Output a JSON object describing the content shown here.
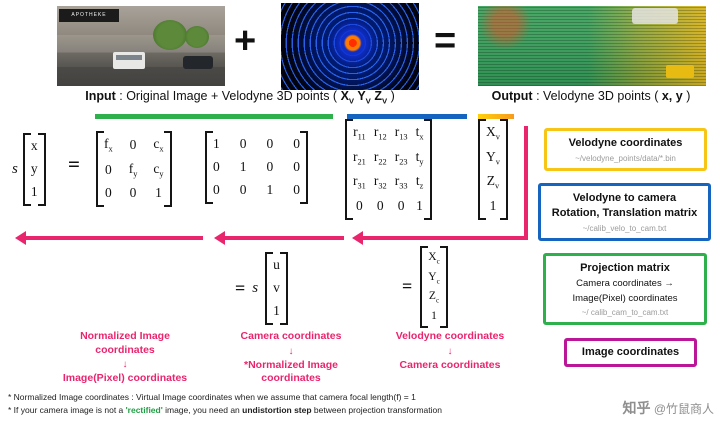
{
  "colors": {
    "pink": "#e9256e",
    "green": "#2eb14d",
    "blue": "#1565c0",
    "yellow": "#f7c516",
    "magenta": "#bb1698"
  },
  "top": {
    "plus": "+",
    "equals": "=",
    "shop_sign": "APOTHEKE",
    "input_caption": {
      "label": "Input",
      "text": " : Original Image + Velodyne 3D points ( ",
      "vars": "X_V Y_V Z_V",
      "close": " )"
    },
    "output_caption": {
      "label": "Output",
      "text": " : Velodyne 3D points ( ",
      "vars": "x, y",
      "close": " )"
    }
  },
  "equation": {
    "scale": "s",
    "equals": "=",
    "pixel_vector": [
      "x",
      "y",
      "1"
    ],
    "intrinsic_matrix": [
      [
        "f_x",
        "0",
        "c_x"
      ],
      [
        "0",
        "f_y",
        "c_y"
      ],
      [
        "0",
        "0",
        "1"
      ]
    ],
    "identity_matrix": [
      [
        "1",
        "0",
        "0",
        "0"
      ],
      [
        "0",
        "1",
        "0",
        "0"
      ],
      [
        "0",
        "0",
        "1",
        "0"
      ]
    ],
    "extrinsic_matrix": [
      [
        "r_11",
        "r_12",
        "r_13",
        "t_x"
      ],
      [
        "r_21",
        "r_22",
        "r_23",
        "t_y"
      ],
      [
        "r_31",
        "r_32",
        "r_33",
        "t_z"
      ],
      [
        "0",
        "0",
        "0",
        "1"
      ]
    ],
    "velodyne_vector": [
      "X_v",
      "Y_v",
      "Z_v",
      "1"
    ],
    "normalized_vector": [
      "u",
      "v",
      "1"
    ],
    "camera_vector": [
      "X_c",
      "Y_c",
      "Z_c",
      "1"
    ]
  },
  "transform_labels": {
    "arrow": "↓",
    "col1_top": "Normalized Image\ncoordinates",
    "col1_bottom": "Image(Pixel) coordinates",
    "col2_top": "Camera coordinates",
    "col2_bottom": "*Normalized Image\ncoordinates",
    "col3_top": "Velodyne coordinates",
    "col3_bottom": "Camera coordinates"
  },
  "side_boxes": {
    "velodyne": {
      "title": "Velodyne coordinates",
      "path": "~/velodyne_points/data/*.bin"
    },
    "velo_to_cam": {
      "title": "Velodyne to camera\nRotation, Translation matrix",
      "path": "~/calib_velo_to_cam.txt"
    },
    "projection": {
      "title": "Projection matrix",
      "line1": "Camera coordinates →",
      "line2": "Image(Pixel) coordinates",
      "path": "~/ calib_cam_to_cam.txt"
    },
    "image_coordinates": {
      "title": "Image coordinates"
    }
  },
  "footnotes": {
    "line1": "* Normalized Image coordinates : Virtual Image coordinates when we assume that camera focal length(f) = 1",
    "line2_pre": "* If your camera image is not a ",
    "line2_highlight": "'rectified'",
    "line2_mid": " image, you need an ",
    "line2_bold": "undistortion step",
    "line2_post": " between projection transformation"
  },
  "watermark": {
    "brand": "知乎",
    "handle": "@竹鼠商人"
  }
}
